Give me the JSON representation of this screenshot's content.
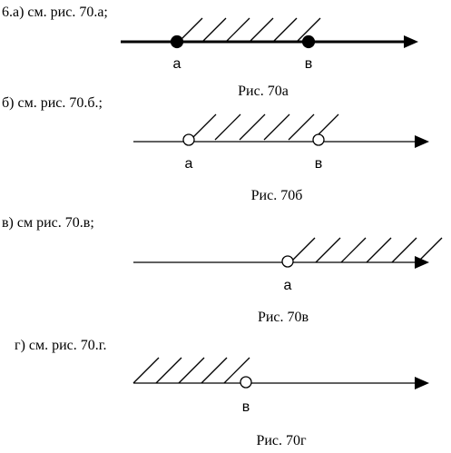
{
  "diagrams": [
    {
      "heading": "6.а) см. рис. 70.а;",
      "caption": "Рис. 70а",
      "line_style": "thick",
      "points": [
        {
          "label": "а",
          "filled": true
        },
        {
          "label": "в",
          "filled": true
        }
      ],
      "shading": "between"
    },
    {
      "heading": "б) см. рис. 70.б.;",
      "caption": "Рис. 70б",
      "line_style": "thin",
      "points": [
        {
          "label": "а",
          "filled": false
        },
        {
          "label": "в",
          "filled": false
        }
      ],
      "shading": "between"
    },
    {
      "heading": "в) см рис. 70.в;",
      "caption": "Рис. 70в",
      "line_style": "thin",
      "points": [
        {
          "label": "а",
          "filled": false
        }
      ],
      "shading": "right"
    },
    {
      "heading": "г) см. рис. 70.г.",
      "caption": "Рис. 70г",
      "line_style": "thin",
      "points": [
        {
          "label": "в",
          "filled": false
        }
      ],
      "shading": "left"
    }
  ],
  "colors": {
    "ink": "#000000",
    "paper": "#ffffff"
  }
}
